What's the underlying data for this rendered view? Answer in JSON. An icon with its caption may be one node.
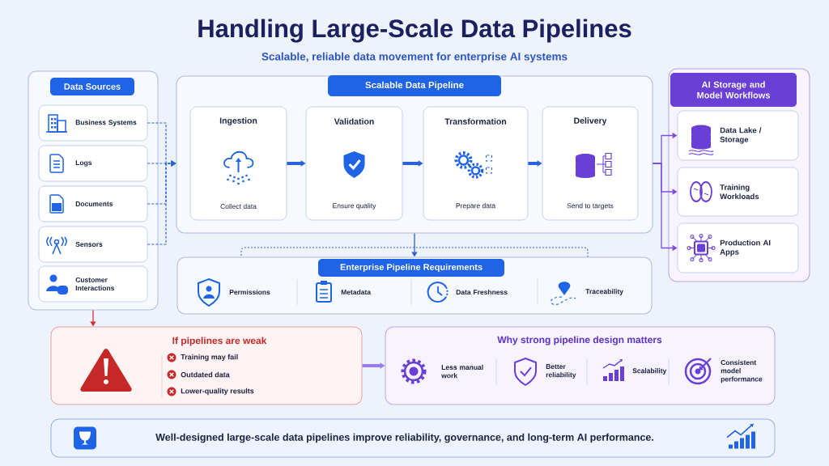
{
  "diagram": {
    "title": "Handling Large-Scale Data Pipelines",
    "nodes": [
      {
        "text": [
          "Data Sources"
        ]
      },
      {
        "text": [
          "Business Systems"
        ],
        "in": 0
      },
      {
        "text": [
          "Logs"
        ],
        "in": 0
      },
      {
        "text": [
          "Documents"
        ],
        "in": 0
      },
      {
        "text": [
          "Sensors"
        ],
        "in": 0
      },
      {
        "text": [
          "Customer Interactions"
        ],
        "in": 0
      },
      {
        "text": [
          "Scalable Data Pipeline"
        ]
      },
      {
        "text": [
          "Ingestion",
          "Collect data"
        ],
        "in": 6
      },
      {
        "text": [
          "Validation",
          "Ensure quality"
        ],
        "in": 6
      },
      {
        "text": [
          "Transformation",
          "Prepare data"
        ],
        "in": 6
      },
      {
        "text": [
          "Delivery",
          "Send to targets"
        ],
        "in": 6
      },
      {
        "text": [
          "AI Storage and Model Workflows"
        ]
      },
      {
        "text": [
          "Data Lake / Storage"
        ],
        "in": 11
      },
      {
        "text": [
          "Training Workloads"
        ],
        "in": 11
      },
      {
        "text": [
          "Production AI Apps"
        ],
        "in": 11
      },
      {
        "text": [
          "Enterprise Pipeline Requirements",
          "Permissions",
          "Metadata",
          "Data Freshness",
          "Traceability"
        ]
      },
      {
        "text": [
          "If pipelines are weak",
          "Training may fail",
          "Outdated data",
          "Lower-quality results"
        ]
      },
      {
        "text": [
          "Why strong pipeline design matters",
          "Less manual work",
          "Better reliability",
          "Scalability",
          "Consistent model performance"
        ]
      },
      {
        "text": [
          "Well-designed large-scale data pipelines improve reliability, governance, and long-term AI performance."
        ]
      }
    ],
    "edges": [
      {
        "from": 1,
        "to": 6,
        "arrow": "to",
        "style": "dashed"
      },
      {
        "from": 2,
        "to": 6,
        "arrow": "to",
        "style": "dashed"
      },
      {
        "from": 3,
        "to": 6,
        "arrow": "to",
        "style": "dashed"
      },
      {
        "from": 4,
        "to": 6,
        "arrow": "to",
        "style": "dashed"
      },
      {
        "from": 7,
        "to": 8,
        "arrow": "to",
        "style": "thick"
      },
      {
        "from": 8,
        "to": 9,
        "arrow": "to",
        "style": "thick"
      },
      {
        "from": 9,
        "to": 10,
        "arrow": "to",
        "style": "thick"
      },
      {
        "from": 6,
        "to": 12,
        "arrow": "to",
        "color": "#7b4fe0"
      },
      {
        "from": 6,
        "to": 13,
        "arrow": "to",
        "color": "#7b4fe0"
      },
      {
        "from": 6,
        "to": 14,
        "arrow": "to",
        "color": "#7b4fe0"
      },
      {
        "from": 6,
        "to": 15,
        "arrow": "to"
      },
      {
        "from": 0,
        "to": 16,
        "arrow": "to",
        "color": "#d03030"
      },
      {
        "from": 16,
        "to": 17,
        "arrow": "to",
        "style": "thick",
        "color": "#9b7be8"
      }
    ],
    "labels": [
      "Scalable, reliable data movement for enterprise AI systems"
    ]
  }
}
